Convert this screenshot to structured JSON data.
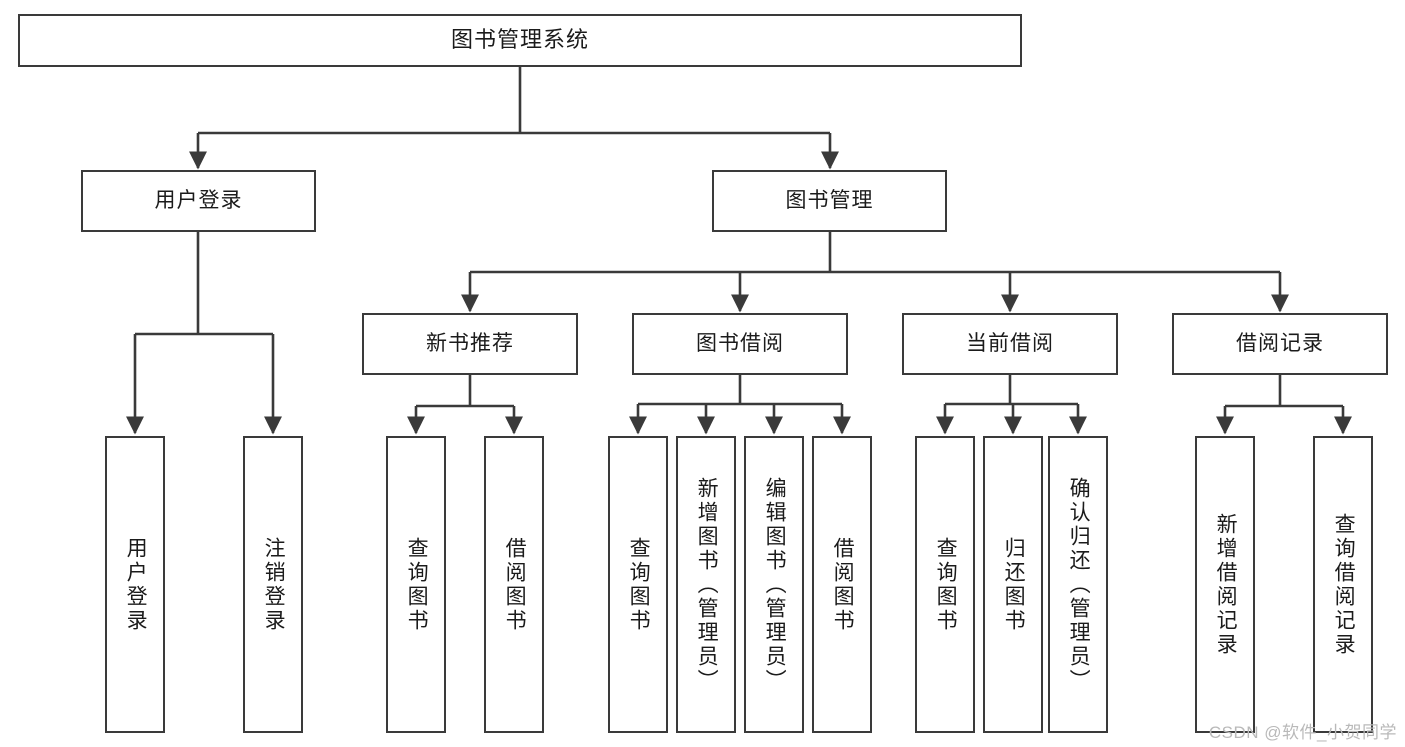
{
  "diagram": {
    "title": "图书管理系统",
    "type": "tree-hierarchy",
    "root": {
      "label": "图书管理系统"
    },
    "level2": [
      {
        "label": "用户登录"
      },
      {
        "label": "图书管理"
      }
    ],
    "level3": [
      {
        "label": "新书推荐"
      },
      {
        "label": "图书借阅"
      },
      {
        "label": "当前借阅"
      },
      {
        "label": "借阅记录"
      }
    ],
    "leaves": {
      "user_login": [
        {
          "label": "用户登录"
        },
        {
          "label": "注销登录"
        }
      ],
      "new_book_recommend": [
        {
          "label": "查询图书"
        },
        {
          "label": "借阅图书"
        }
      ],
      "book_borrow": [
        {
          "label": "查询图书"
        },
        {
          "label": "新增图书（管理员）"
        },
        {
          "label": "编辑图书（管理员）"
        },
        {
          "label": "借阅图书"
        }
      ],
      "current_borrow": [
        {
          "label": "查询图书"
        },
        {
          "label": "归还图书"
        },
        {
          "label": "确认归还（管理员）"
        }
      ],
      "borrow_record": [
        {
          "label": "新增借阅记录"
        },
        {
          "label": "查询借阅记录"
        }
      ]
    }
  },
  "watermark": {
    "text": "CSDN @软件_小贺同学"
  },
  "colors": {
    "stroke": "#3a3a3a",
    "fill": "#ffffff",
    "text": "#1b1b1b",
    "watermark": "#b9b9b9"
  }
}
